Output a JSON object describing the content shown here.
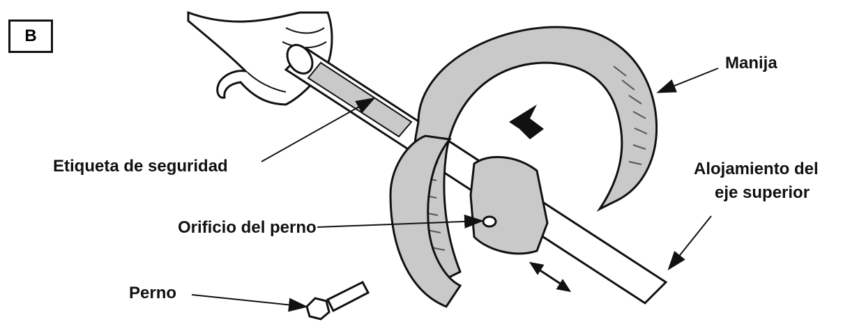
{
  "figure": {
    "badge": "B",
    "labels": {
      "handle": "Manija",
      "safety_label": "Etiqueta de seguridad",
      "upper_shaft_housing_line1": "Alojamiento del",
      "upper_shaft_housing_line2": "eje superior",
      "bolt_hole": "Orificio del perno",
      "bolt": "Perno"
    },
    "icons": [
      "direction-arrow-icon",
      "double-arrow-icon",
      "leader-arrow-icon"
    ]
  }
}
